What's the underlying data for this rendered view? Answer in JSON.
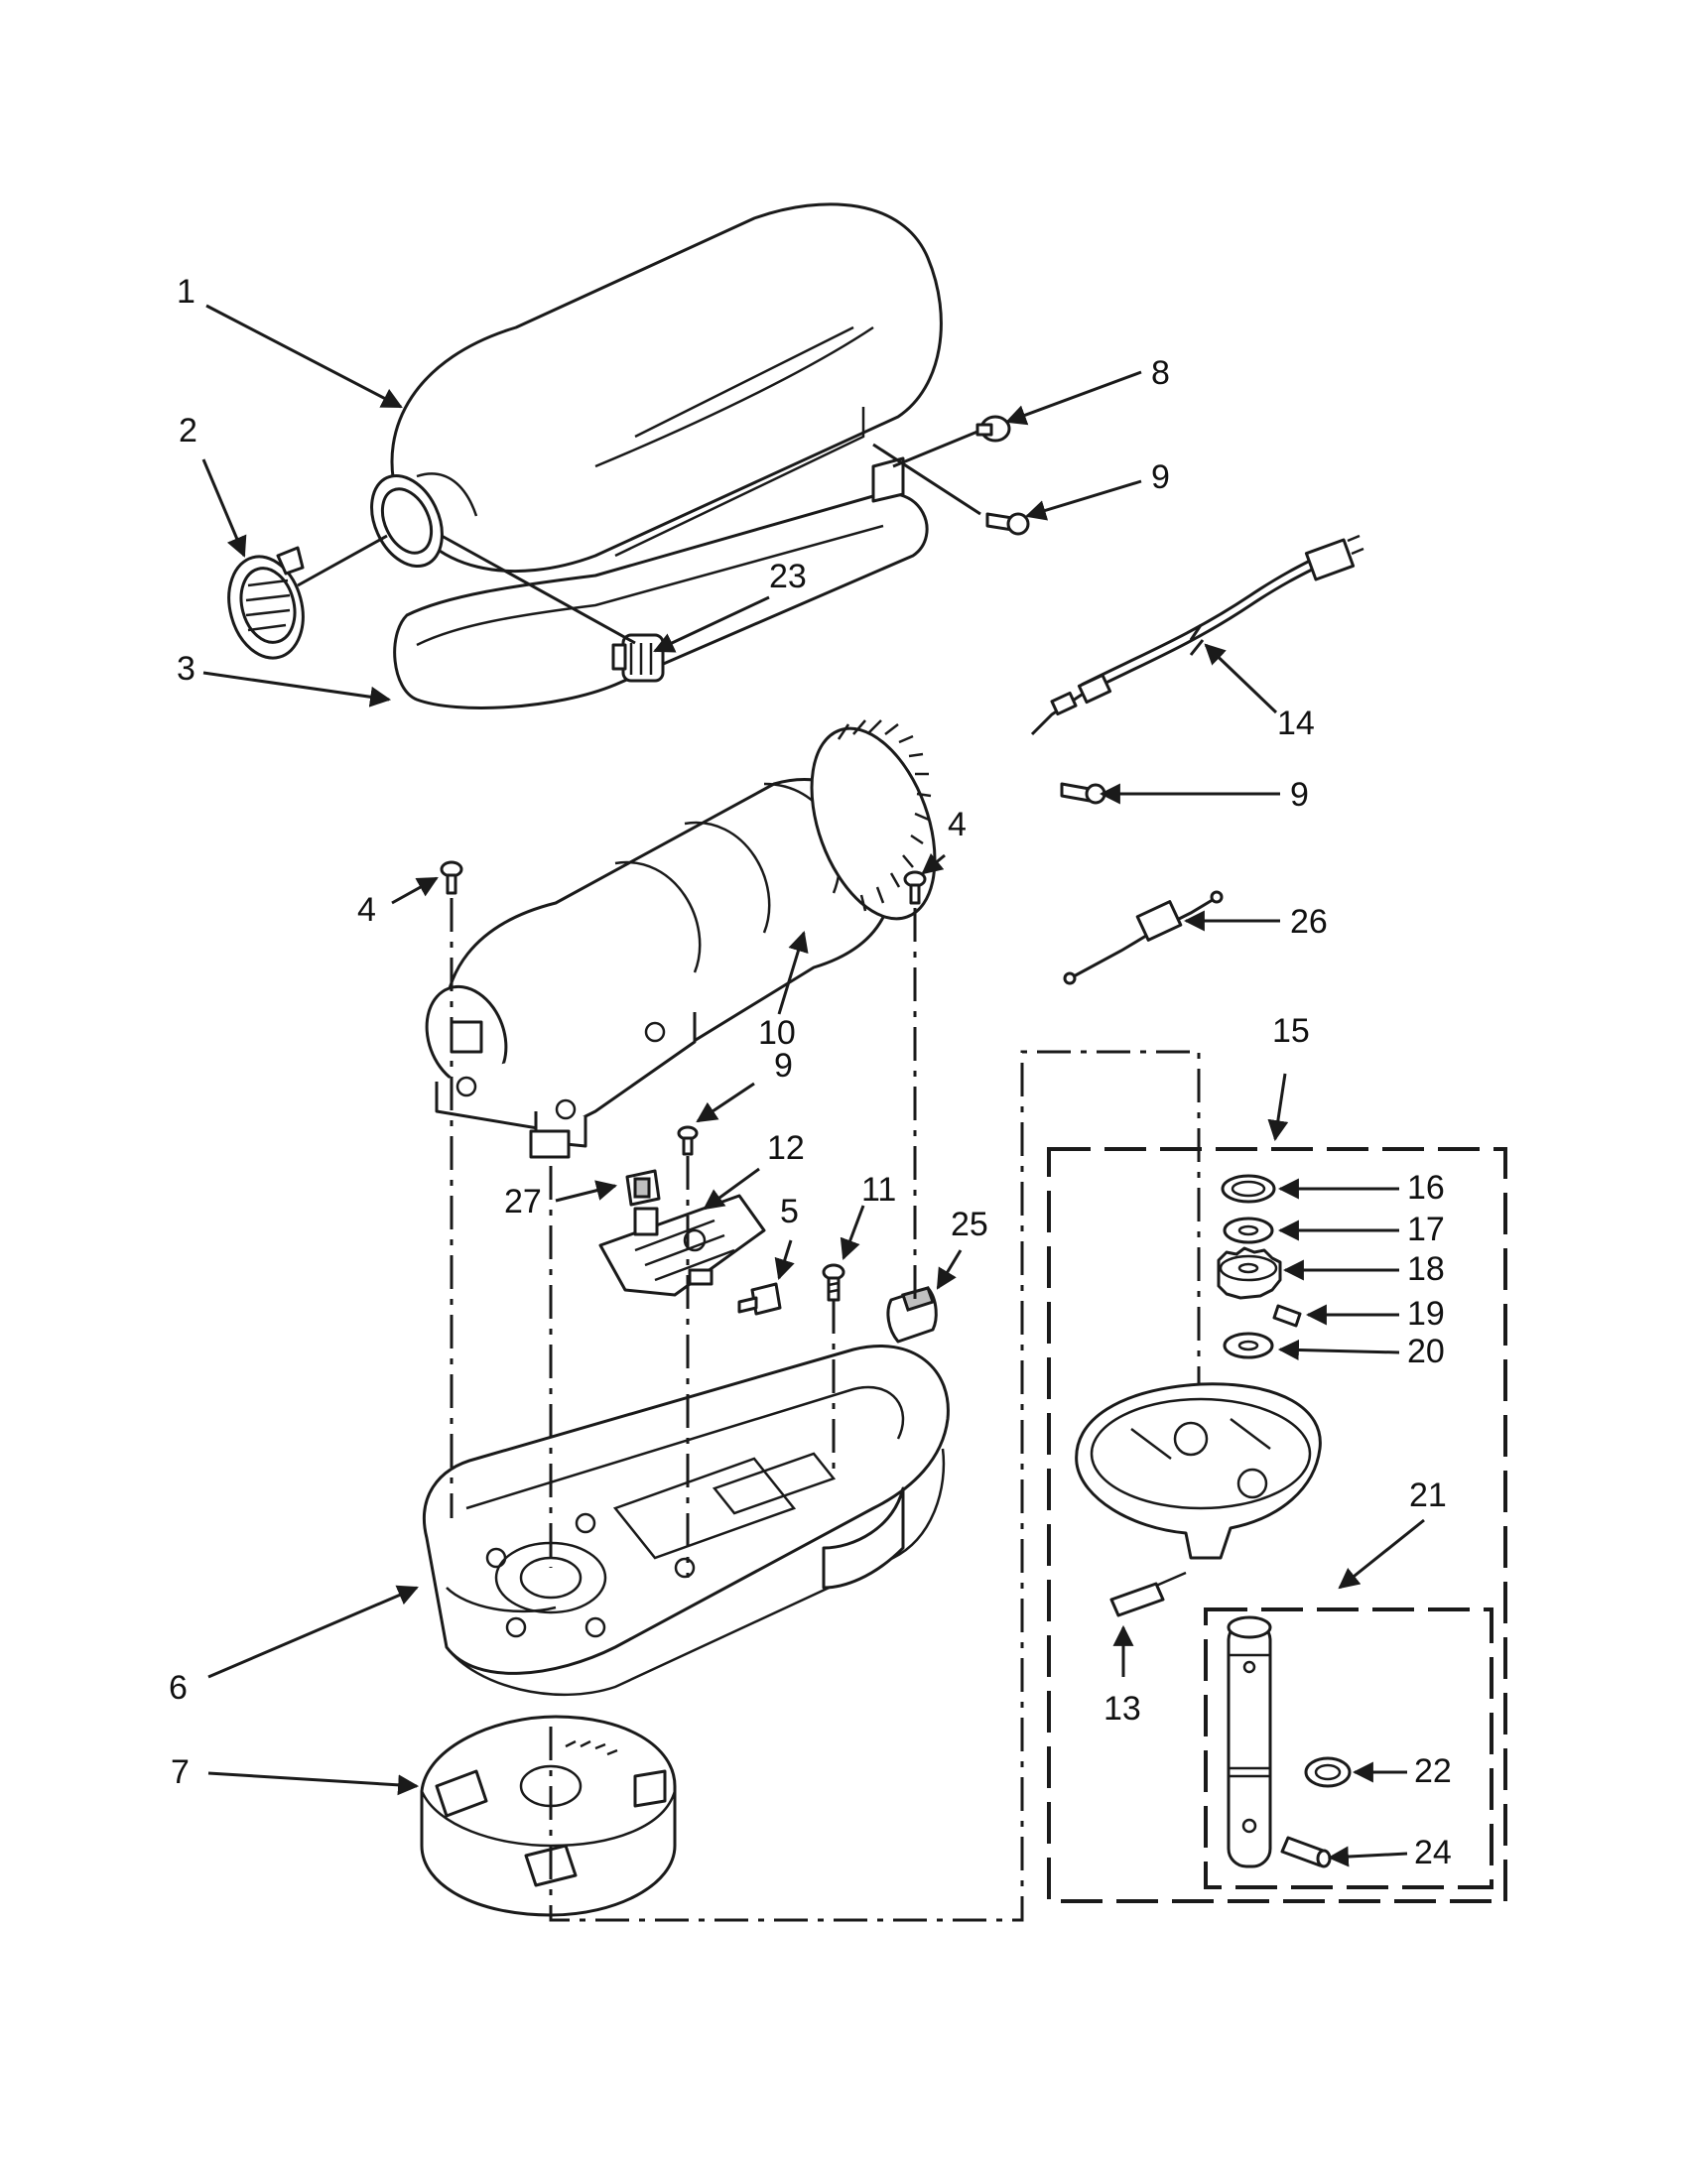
{
  "diagram": {
    "callouts": {
      "c1": "1",
      "c2": "2",
      "c3": "3",
      "c4a": "4",
      "c4b": "4",
      "c5": "5",
      "c6": "6",
      "c7": "7",
      "c8": "8",
      "c9a": "9",
      "c9b": "9",
      "c9c": "9",
      "c10": "10",
      "c11": "11",
      "c12": "12",
      "c13": "13",
      "c14": "14",
      "c15": "15",
      "c16": "16",
      "c17": "17",
      "c18": "18",
      "c19": "19",
      "c20": "20",
      "c21": "21",
      "c22": "22",
      "c23": "23",
      "c24": "24",
      "c25": "25",
      "c26": "26",
      "c27": "27"
    }
  }
}
